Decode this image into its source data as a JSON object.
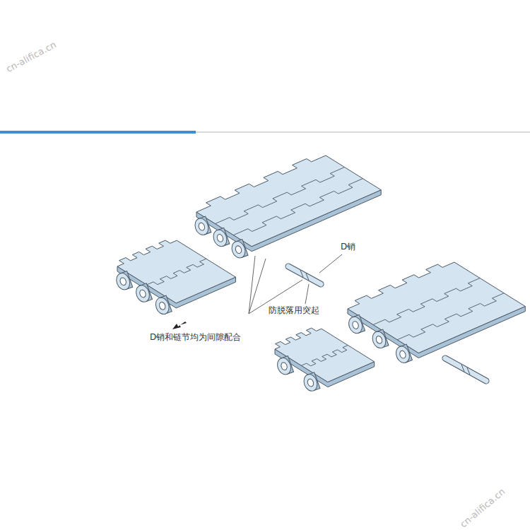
{
  "diagram": {
    "labels": [
      "D销",
      "防脱落用突起",
      "D销和链节均为间隙配合",
      "cn-alifica.cn",
      "cn-alifica.cn"
    ]
  }
}
